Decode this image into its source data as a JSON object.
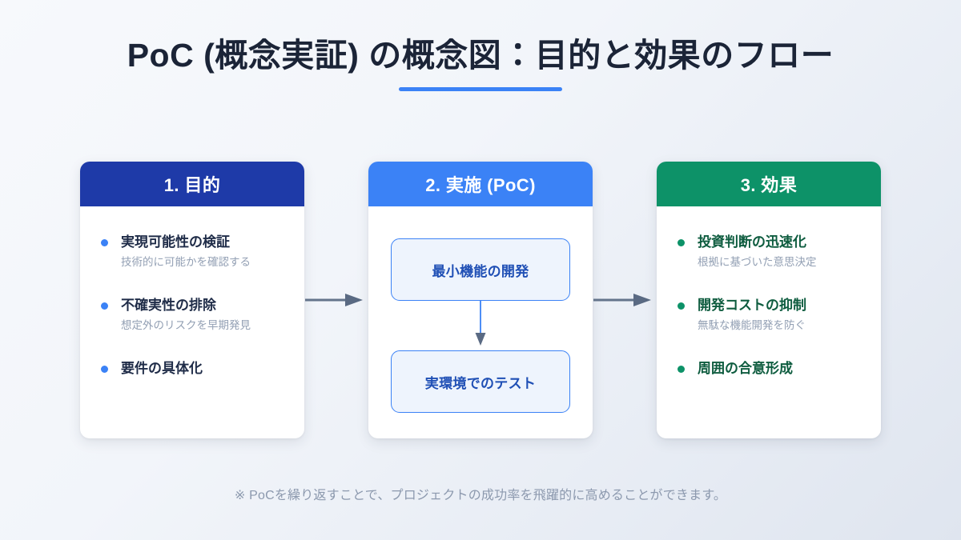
{
  "header": {
    "title": "PoC (概念実証) の概念図：目的と効果のフロー",
    "accent_color": "#3b82f6"
  },
  "flow": {
    "columns": [
      {
        "id": "purpose",
        "header_label": "1. 目的",
        "header_color": "#1e3aa8",
        "accent_color": "#3b82f6",
        "items": [
          {
            "title": "実現可能性の検証",
            "subtitle": "技術的に可能かを確認する"
          },
          {
            "title": "不確実性の排除",
            "subtitle": "想定外のリスクを早期発見"
          },
          {
            "title": "要件の具体化",
            "subtitle": ""
          }
        ]
      },
      {
        "id": "poc",
        "header_label": "2. 実施 (PoC)",
        "header_color": "#3b82f6",
        "accent_color": "#3b82f6",
        "steps": [
          {
            "label": "最小機能の開発"
          },
          {
            "label": "実環境でのテスト"
          }
        ]
      },
      {
        "id": "effect",
        "header_label": "3. 効果",
        "header_color": "#0d9268",
        "accent_color": "#0d9268",
        "items": [
          {
            "title": "投資判断の迅速化",
            "subtitle": "根拠に基づいた意思決定"
          },
          {
            "title": "開発コストの抑制",
            "subtitle": "無駄な機能開発を防ぐ"
          },
          {
            "title": "周囲の合意形成",
            "subtitle": ""
          }
        ]
      }
    ],
    "connector_color": "#64748b"
  },
  "footer": {
    "note": "※ PoCを繰り返すことで、プロジェクトの成功率を飛躍的に高めることができます。"
  }
}
